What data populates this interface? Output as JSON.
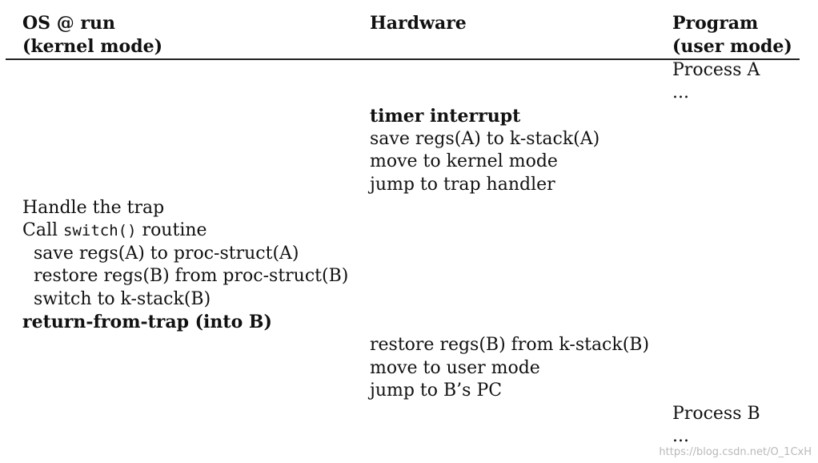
{
  "headers": {
    "os_line1": "OS @ run",
    "os_line2": "(kernel mode)",
    "hardware": "Hardware",
    "program_line1": "Program",
    "program_line2": "(user mode)"
  },
  "program_top": {
    "process_a": "Process A",
    "ellipsis": "..."
  },
  "hardware_first": {
    "timer_interrupt": "timer interrupt",
    "save_regs": "save regs(A) to k-stack(A)",
    "move_kernel": "move to kernel mode",
    "jump_handler": "jump to trap handler"
  },
  "os_steps": {
    "handle_trap": "Handle the trap",
    "call_prefix": "Call",
    "switch_code": "switch()",
    "call_suffix": "routine",
    "save_proc": "save regs(A) to proc-struct(A)",
    "restore_proc": "restore regs(B) from proc-struct(B)",
    "switch_stack": "switch to k-stack(B)",
    "return_trap": "return-from-trap (into B)"
  },
  "hardware_second": {
    "restore_kstack": "restore regs(B) from k-stack(B)",
    "move_user": "move to user mode",
    "jump_pc": "jump to B’s PC"
  },
  "program_bottom": {
    "process_b": "Process B",
    "ellipsis": "..."
  },
  "watermark": "https://blog.csdn.net/O_1CxH"
}
